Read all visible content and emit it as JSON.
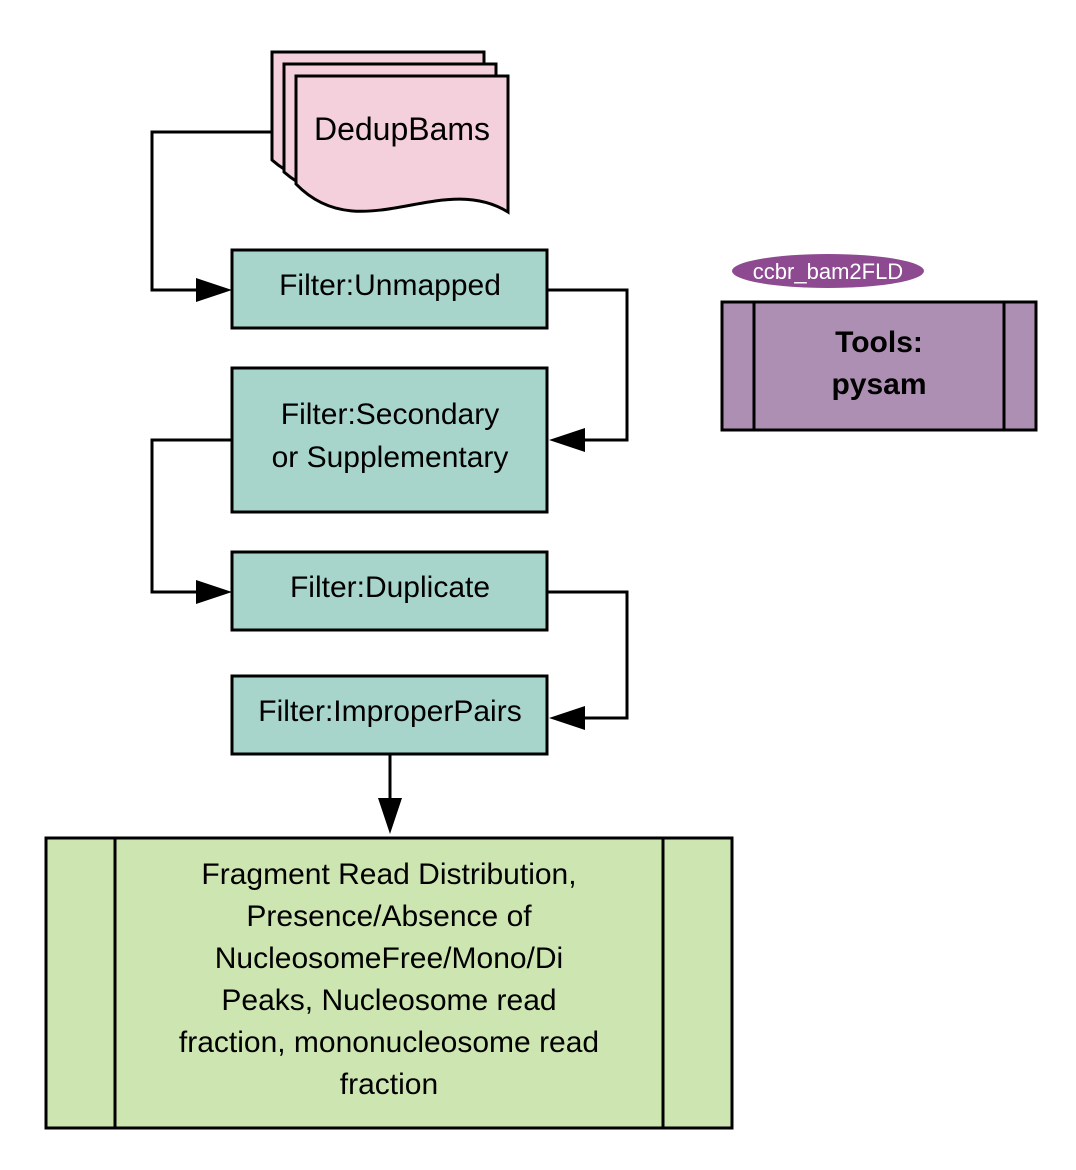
{
  "input": {
    "label": "DedupBams"
  },
  "steps": [
    {
      "lines": [
        "Filter:Unmapped"
      ]
    },
    {
      "lines": [
        "Filter:Secondary",
        "or Supplementary"
      ]
    },
    {
      "lines": [
        "Filter:Duplicate"
      ]
    },
    {
      "lines": [
        "Filter:ImproperPairs"
      ]
    }
  ],
  "output": {
    "lines": [
      "Fragment Read Distribution,",
      "Presence/Absence of",
      "NucleosomeFree/Mono/Di",
      "Peaks, Nucleosome read",
      "fraction, mononucleosome read",
      "fraction"
    ]
  },
  "tool_panel": {
    "badge": "ccbr_bam2FLD",
    "lines": [
      "Tools:",
      "pysam"
    ]
  },
  "colors": {
    "input_fill": "#f4d0dc",
    "step_fill": "#a8d5cb",
    "output_fill": "#cde5b0",
    "tool_fill": "#ad8fb3",
    "badge_fill": "#8e4a91",
    "stroke": "#000000"
  }
}
